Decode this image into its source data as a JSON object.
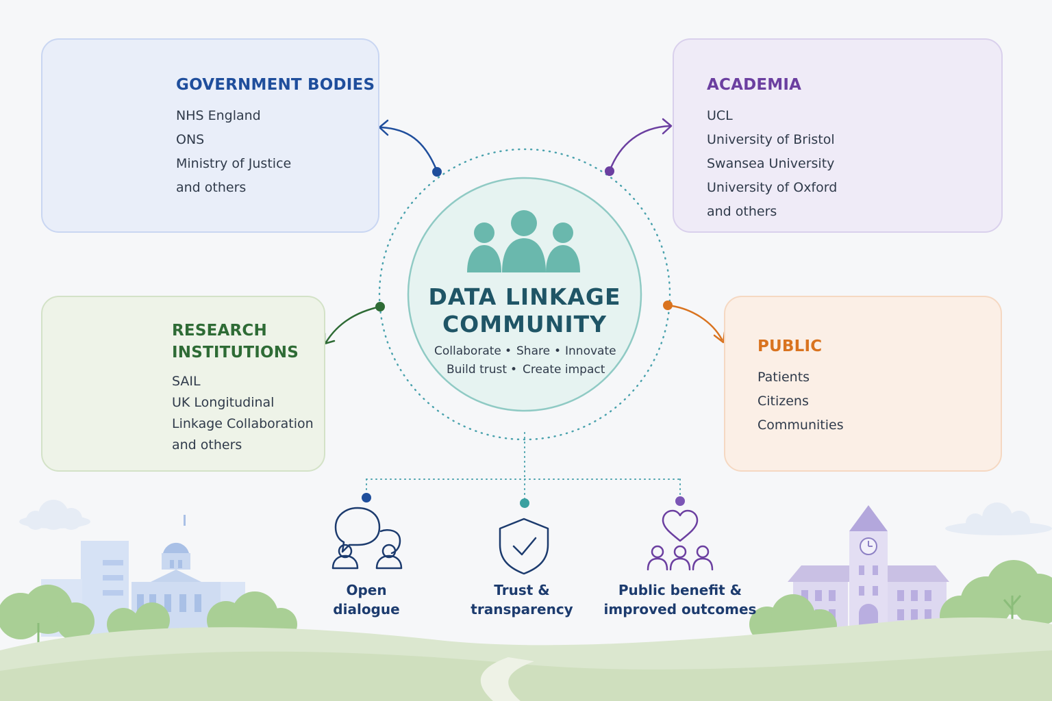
{
  "center": {
    "title_line1": "DATA LINKAGE",
    "title_line2": "COMMUNITY",
    "tags_row1": [
      "Collaborate",
      "Share",
      "Innovate"
    ],
    "tags_row2": [
      "Build trust",
      "Create impact"
    ],
    "separator": "•"
  },
  "government": {
    "title": "GOVERNMENT BODIES",
    "items": [
      "NHS England",
      "ONS",
      "Ministry of Justice",
      "and others"
    ],
    "color": "#1f4e9c"
  },
  "academia": {
    "title": "ACADEMIA",
    "items": [
      "UCL",
      "University of Bristol",
      "Swansea University",
      "University of Oxford",
      "and others"
    ],
    "color": "#6b3fa0"
  },
  "research": {
    "title_line1": "RESEARCH",
    "title_line2": "INSTITUTIONS",
    "items": [
      "SAIL",
      "UK Longitudinal",
      "Linkage Collaboration",
      "and others"
    ],
    "color": "#2e6b35"
  },
  "public": {
    "title": "PUBLIC",
    "items": [
      "Patients",
      "Citizens",
      "Communities"
    ],
    "color": "#d9731f"
  },
  "values": [
    {
      "line1": "Open",
      "line2": "dialogue",
      "icon": "dialogue-icon"
    },
    {
      "line1": "Trust &",
      "line2": "transparency",
      "icon": "shield-check-icon"
    },
    {
      "line1": "Public benefit &",
      "line2": "improved outcomes",
      "icon": "heart-people-icon"
    }
  ]
}
